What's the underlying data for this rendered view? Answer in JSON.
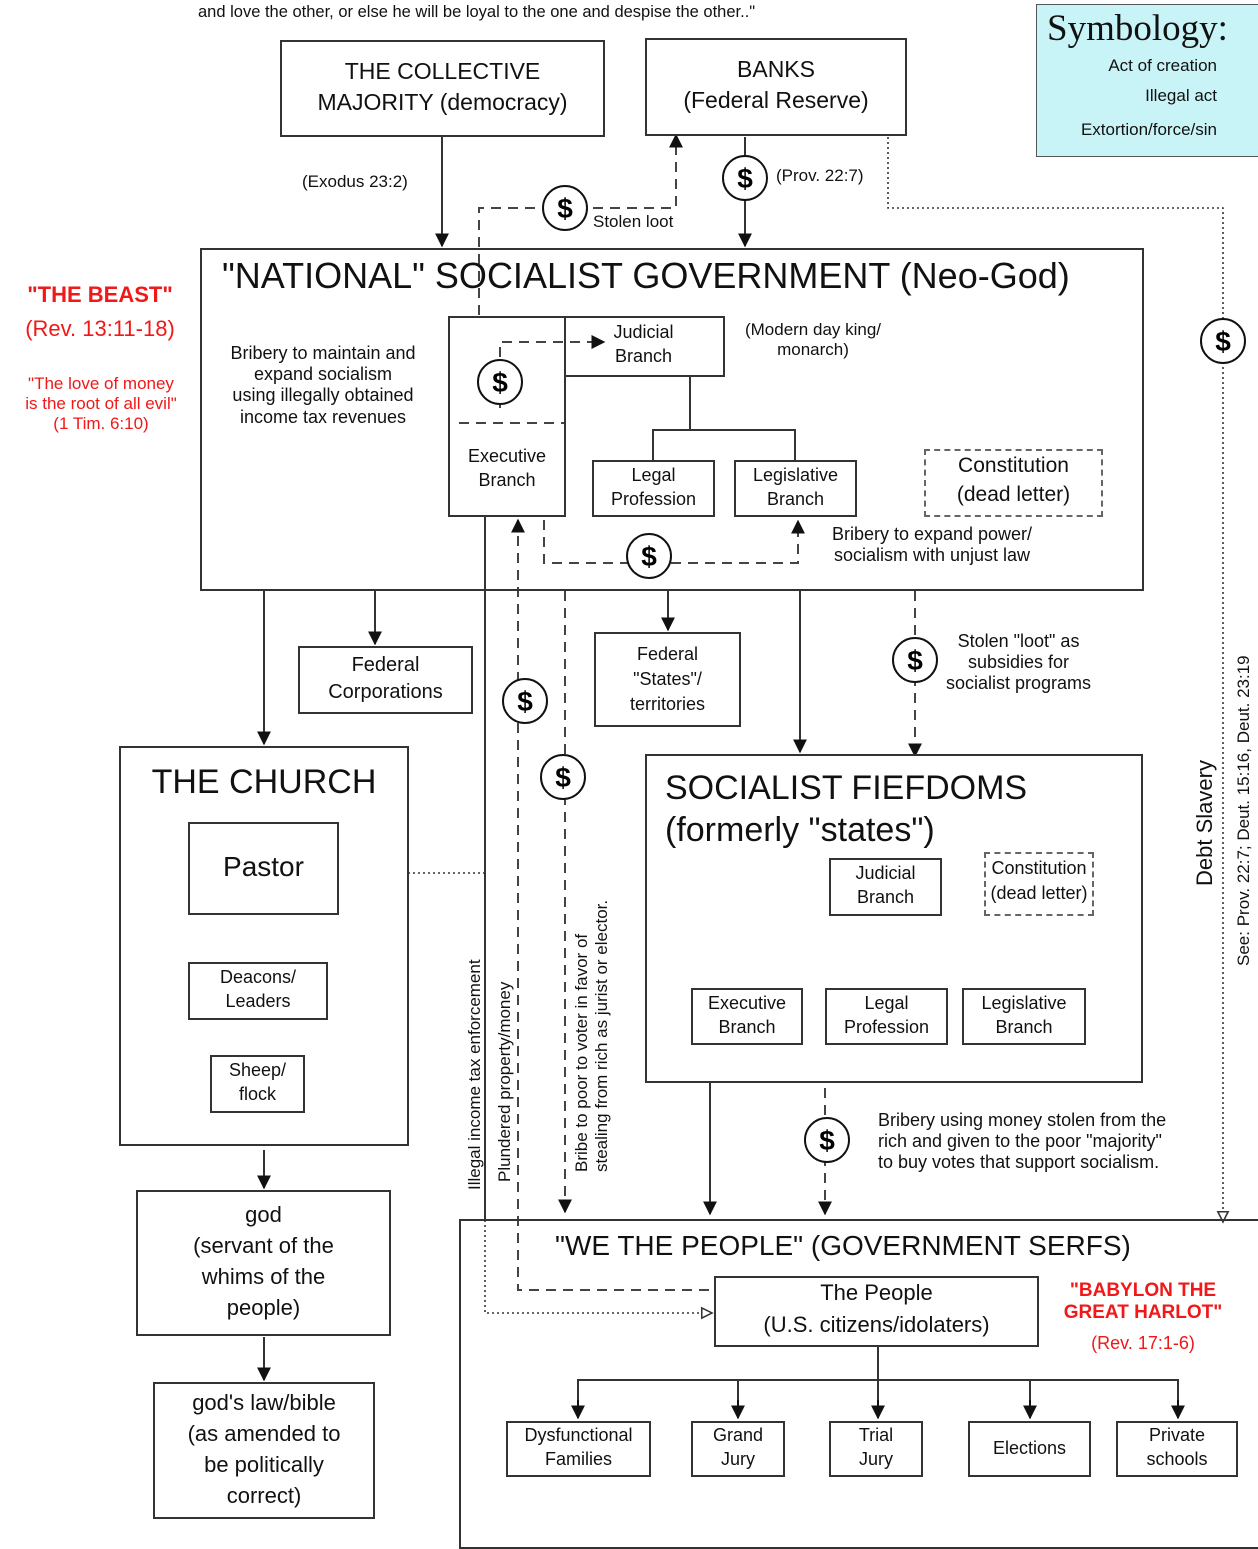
{
  "quote_tail": "and love the other, or else he will be loyal to the one and despise the other..\"",
  "legend": {
    "title": "Symbology:",
    "items": [
      {
        "label": "Act of creation",
        "style": "solid"
      },
      {
        "label": "Illegal act",
        "style": "dashed"
      },
      {
        "label": "Extortion/force/sin",
        "style": "dotted"
      }
    ]
  },
  "boxes": {
    "collective": [
      "THE COLLECTIVE",
      "MAJORITY (democracy)"
    ],
    "banks": [
      "BANKS",
      "(Federal Reserve)"
    ],
    "government": "\"NATIONAL\" SOCIALIST GOVERNMENT (Neo-God)",
    "gov_judicial": [
      "Judicial",
      "Branch"
    ],
    "gov_executive": [
      "Executive",
      "Branch"
    ],
    "gov_legal": [
      "Legal",
      "Profession"
    ],
    "gov_legislative": [
      "Legislative",
      "Branch"
    ],
    "gov_constitution": [
      "Constitution",
      "(dead letter)"
    ],
    "federal_corps": [
      "Federal",
      "Corporations"
    ],
    "federal_states": [
      "Federal",
      "\"States\"/",
      "territories"
    ],
    "church": "THE CHURCH",
    "pastor": "Pastor",
    "deacons": [
      "Deacons/",
      "Leaders"
    ],
    "sheep": [
      "Sheep/",
      "flock"
    ],
    "god": [
      "god",
      "(servant of the",
      "whims of the",
      "people)"
    ],
    "gods_law": [
      "god's law/bible",
      "(as amended to",
      "be politically",
      "correct)"
    ],
    "fiefdoms": [
      "SOCIALIST FIEFDOMS",
      "(formerly \"states\")"
    ],
    "fief_judicial": [
      "Judicial",
      "Branch"
    ],
    "fief_constitution": [
      "Constitution",
      "(dead letter)"
    ],
    "fief_executive": [
      "Executive",
      "Branch"
    ],
    "fief_legal": [
      "Legal",
      "Profession"
    ],
    "fief_legislative": [
      "Legislative",
      "Branch"
    ],
    "people_header": "\"WE THE PEOPLE\" (GOVERNMENT SERFS)",
    "the_people": [
      "The People",
      "(U.S. citizens/idolaters)"
    ],
    "dysfunctional": [
      "Dysfunctional",
      "Families"
    ],
    "grand_jury": [
      "Grand",
      "Jury"
    ],
    "trial_jury": [
      "Trial",
      "Jury"
    ],
    "elections": "Elections",
    "private_schools": [
      "Private",
      "schools"
    ]
  },
  "labels": {
    "exodus": "(Exodus 23:2)",
    "prov": "(Prov. 22:7)",
    "stolen_loot": "Stolen loot",
    "beast_title": "\"THE BEAST\"",
    "beast_ref": "(Rev. 13:11-18)",
    "love_money": [
      "\"The love of money",
      "is the root of all evil\"",
      "(1 Tim. 6:10)"
    ],
    "bribery_socialism": [
      "Bribery to maintain and",
      "expand socialism",
      "using illegally obtained",
      "income tax revenues"
    ],
    "modern_king": [
      "(Modern day king/",
      "monarch)"
    ],
    "bribery_power": [
      "Bribery to expand power/",
      "socialism with unjust law"
    ],
    "stolen_loot_subsidies": [
      "Stolen \"loot\" as",
      "subsidies for",
      "socialist programs"
    ],
    "bribery_votes": [
      "Bribery using money stolen from the",
      "rich and  given to the poor \"majority\"",
      "to buy votes that support socialism."
    ],
    "babylon": [
      "\"BABYLON THE",
      "GREAT HARLOT\""
    ],
    "babylon_ref": "(Rev. 17:1-6)",
    "illegal_tax": "Illegal income tax enforcement",
    "plundered": "Plundered property/money",
    "bribe_poor": [
      "Bribe to poor to voter in favor of",
      "stealing from rich as jurist or elector."
    ],
    "debt_slavery": "Debt Slavery",
    "see_refs": "See: Prov. 22:7; Deut. 15:16, Deut. 23:19",
    "dollar": "$"
  },
  "colors": {
    "legend_bg": "#c9f4f7",
    "red_text": "#f01818",
    "line": "#333333",
    "dash": "#666666"
  }
}
